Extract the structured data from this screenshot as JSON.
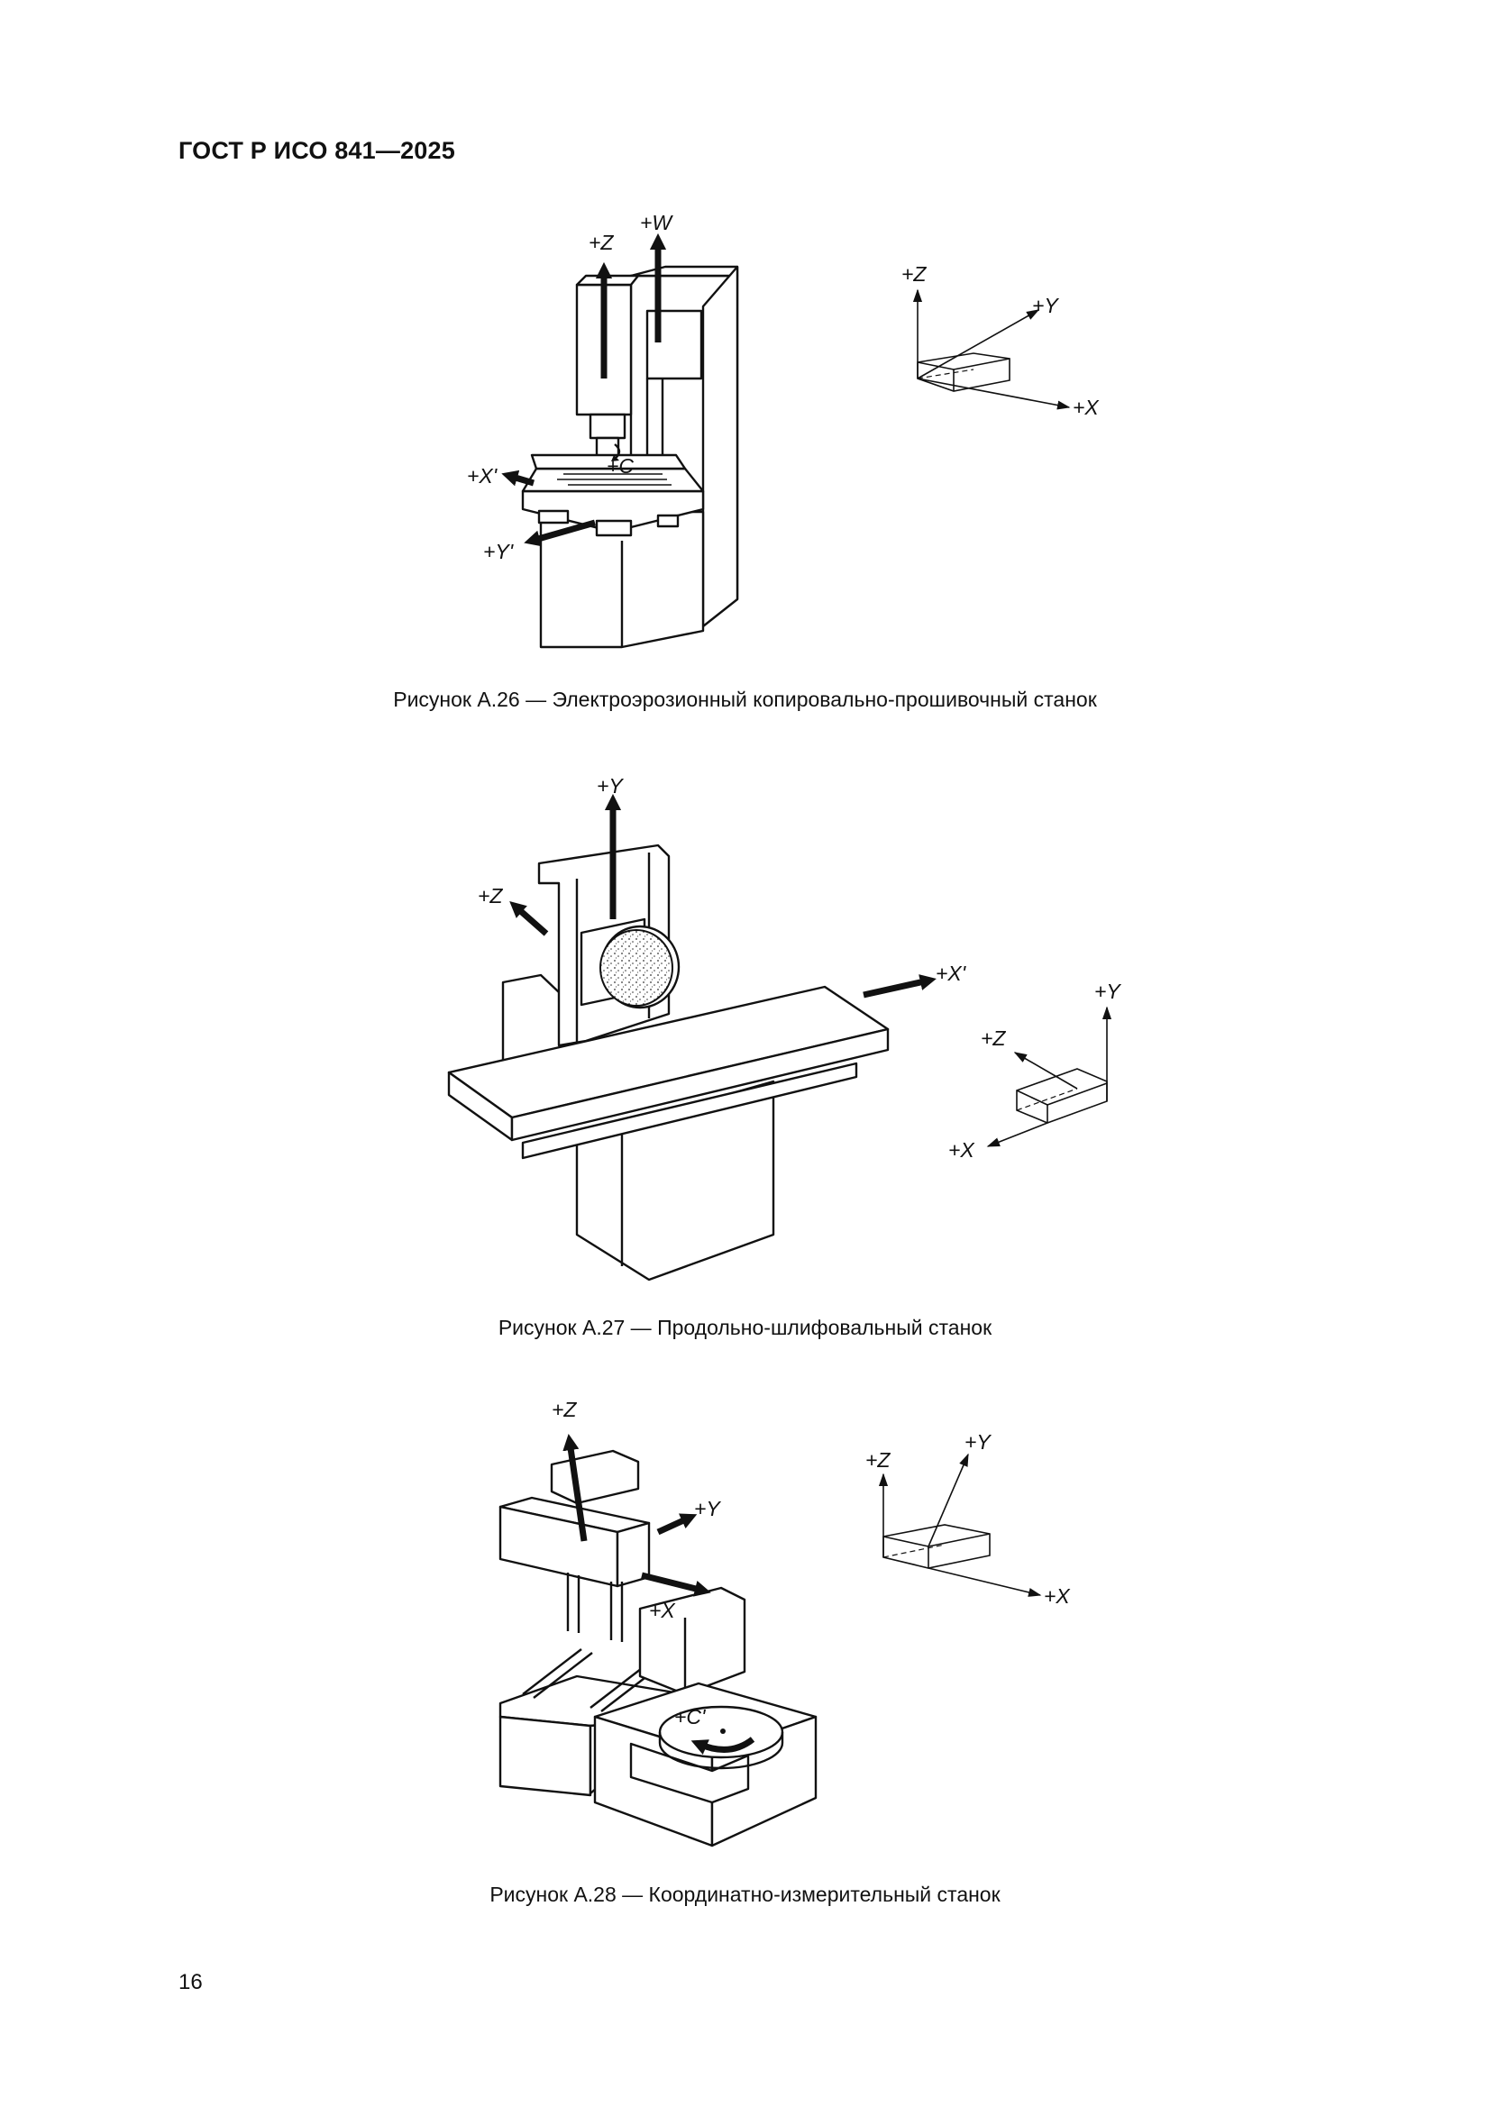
{
  "header": {
    "title": "ГОСТ Р ИСО 841—2025"
  },
  "figures": [
    {
      "caption": "Рисунок А.26 — Электроэрозионный копировально-прошивочный станок",
      "machine_labels": [
        "+Z",
        "+W",
        "+C",
        "+X'",
        "+Y'"
      ],
      "axis_labels": [
        "+Z",
        "+Y",
        "+X"
      ]
    },
    {
      "caption": "Рисунок А.27 — Продольно-шлифовальный станок",
      "machine_labels": [
        "+Y",
        "+Z",
        "+X'"
      ],
      "axis_labels": [
        "+Y",
        "+Z",
        "+X"
      ]
    },
    {
      "caption": "Рисунок А.28 — Координатно-измерительный станок",
      "machine_labels": [
        "+Z",
        "+Y",
        "+X",
        "+C'"
      ],
      "axis_labels": [
        "+Z",
        "+Y",
        "+X"
      ]
    }
  ],
  "page_number": "16"
}
